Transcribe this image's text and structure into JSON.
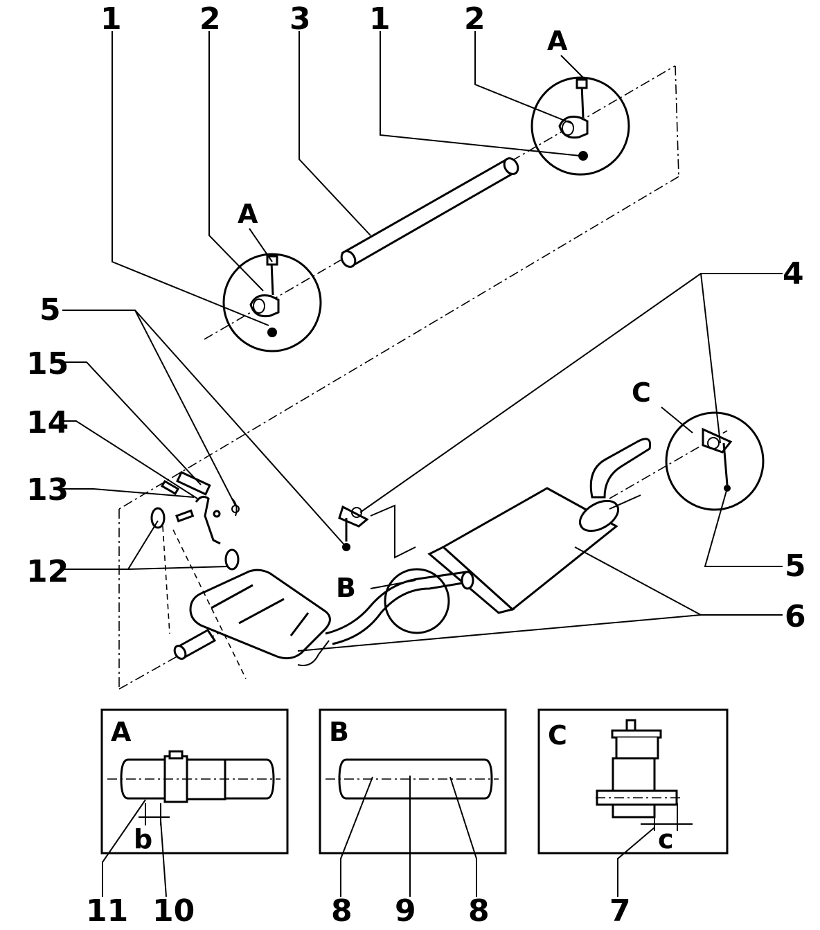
{
  "callouts": {
    "c1a": "1",
    "c2a": "2",
    "c3": "3",
    "c1b": "1",
    "c2b": "2",
    "c4": "4",
    "c5a": "5",
    "c15": "15",
    "c14": "14",
    "c13": "13",
    "c12": "12",
    "c5b": "5",
    "c6": "6",
    "c11": "11",
    "c10": "10",
    "c8a": "8",
    "c9": "9",
    "c8b": "8",
    "c7": "7"
  },
  "detail_refs": {
    "a_top": "A",
    "a_left": "A",
    "b_ref": "B",
    "c_ref": "C"
  },
  "detail_boxes": {
    "a": "A",
    "b": "B",
    "c": "C"
  },
  "dimensions": {
    "b": "b",
    "c": "c"
  }
}
